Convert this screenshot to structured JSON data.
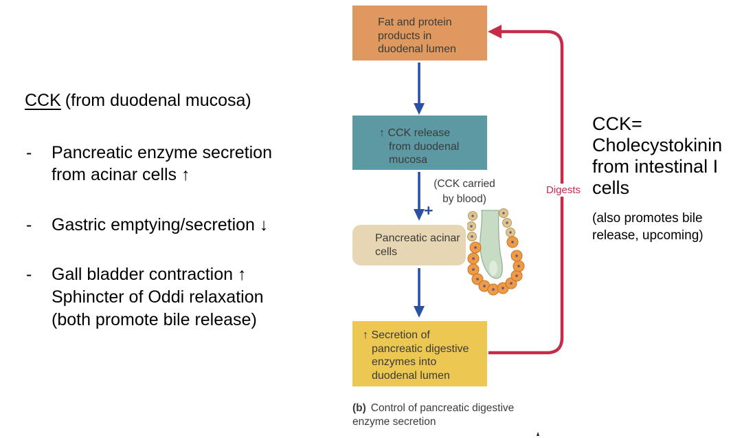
{
  "colors": {
    "box_stimulus": "#df995e",
    "box_cck_release": "#5d99a2",
    "box_acinar": "#e7d6b4",
    "box_secretion": "#ecc751",
    "arrow_blue": "#2a51a3",
    "arrow_red": "#c62b4a",
    "box_text": "#3a3a3a"
  },
  "left_notes": {
    "heading_cck": "CCK",
    "heading_rest": "(from duodenal mucosa)",
    "dash": "-",
    "bullets": [
      {
        "lines": [
          "Pancreatic enzyme secretion",
          "from acinar cells ↑"
        ]
      },
      {
        "lines": [
          "Gastric emptying/secretion ↓"
        ]
      },
      {
        "lines": [
          "Gall bladder contraction ↑",
          "Sphincter of Oddi relaxation",
          "(both promote bile release)"
        ]
      }
    ]
  },
  "flowchart": {
    "boxes": {
      "stimulus": {
        "lines": [
          "Fat and protein",
          "products in",
          "duodenal lumen"
        ]
      },
      "cck_release": {
        "lines": [
          "↑ CCK release",
          "from duodenal",
          "mucosa"
        ]
      },
      "acinar": {
        "lines": [
          "Pancreatic acinar",
          "cells"
        ]
      },
      "secretion": {
        "lines": [
          "↑ Secretion of",
          "pancreatic digestive",
          "enzymes into",
          "duodenal lumen"
        ]
      }
    },
    "labels": {
      "cck_carried": [
        "(CCK carried",
        "by blood)"
      ],
      "plus": "+",
      "digests": "Digests"
    },
    "caption_bold": "(b)",
    "caption_rest": "Control of pancreatic digestive enzyme secretion"
  },
  "right_notes": {
    "main_lines": [
      "CCK=",
      "Cholecystokinin",
      "from intestinal I",
      "cells"
    ],
    "sub_lines": [
      "(also promotes bile",
      "release, upcoming)"
    ]
  }
}
